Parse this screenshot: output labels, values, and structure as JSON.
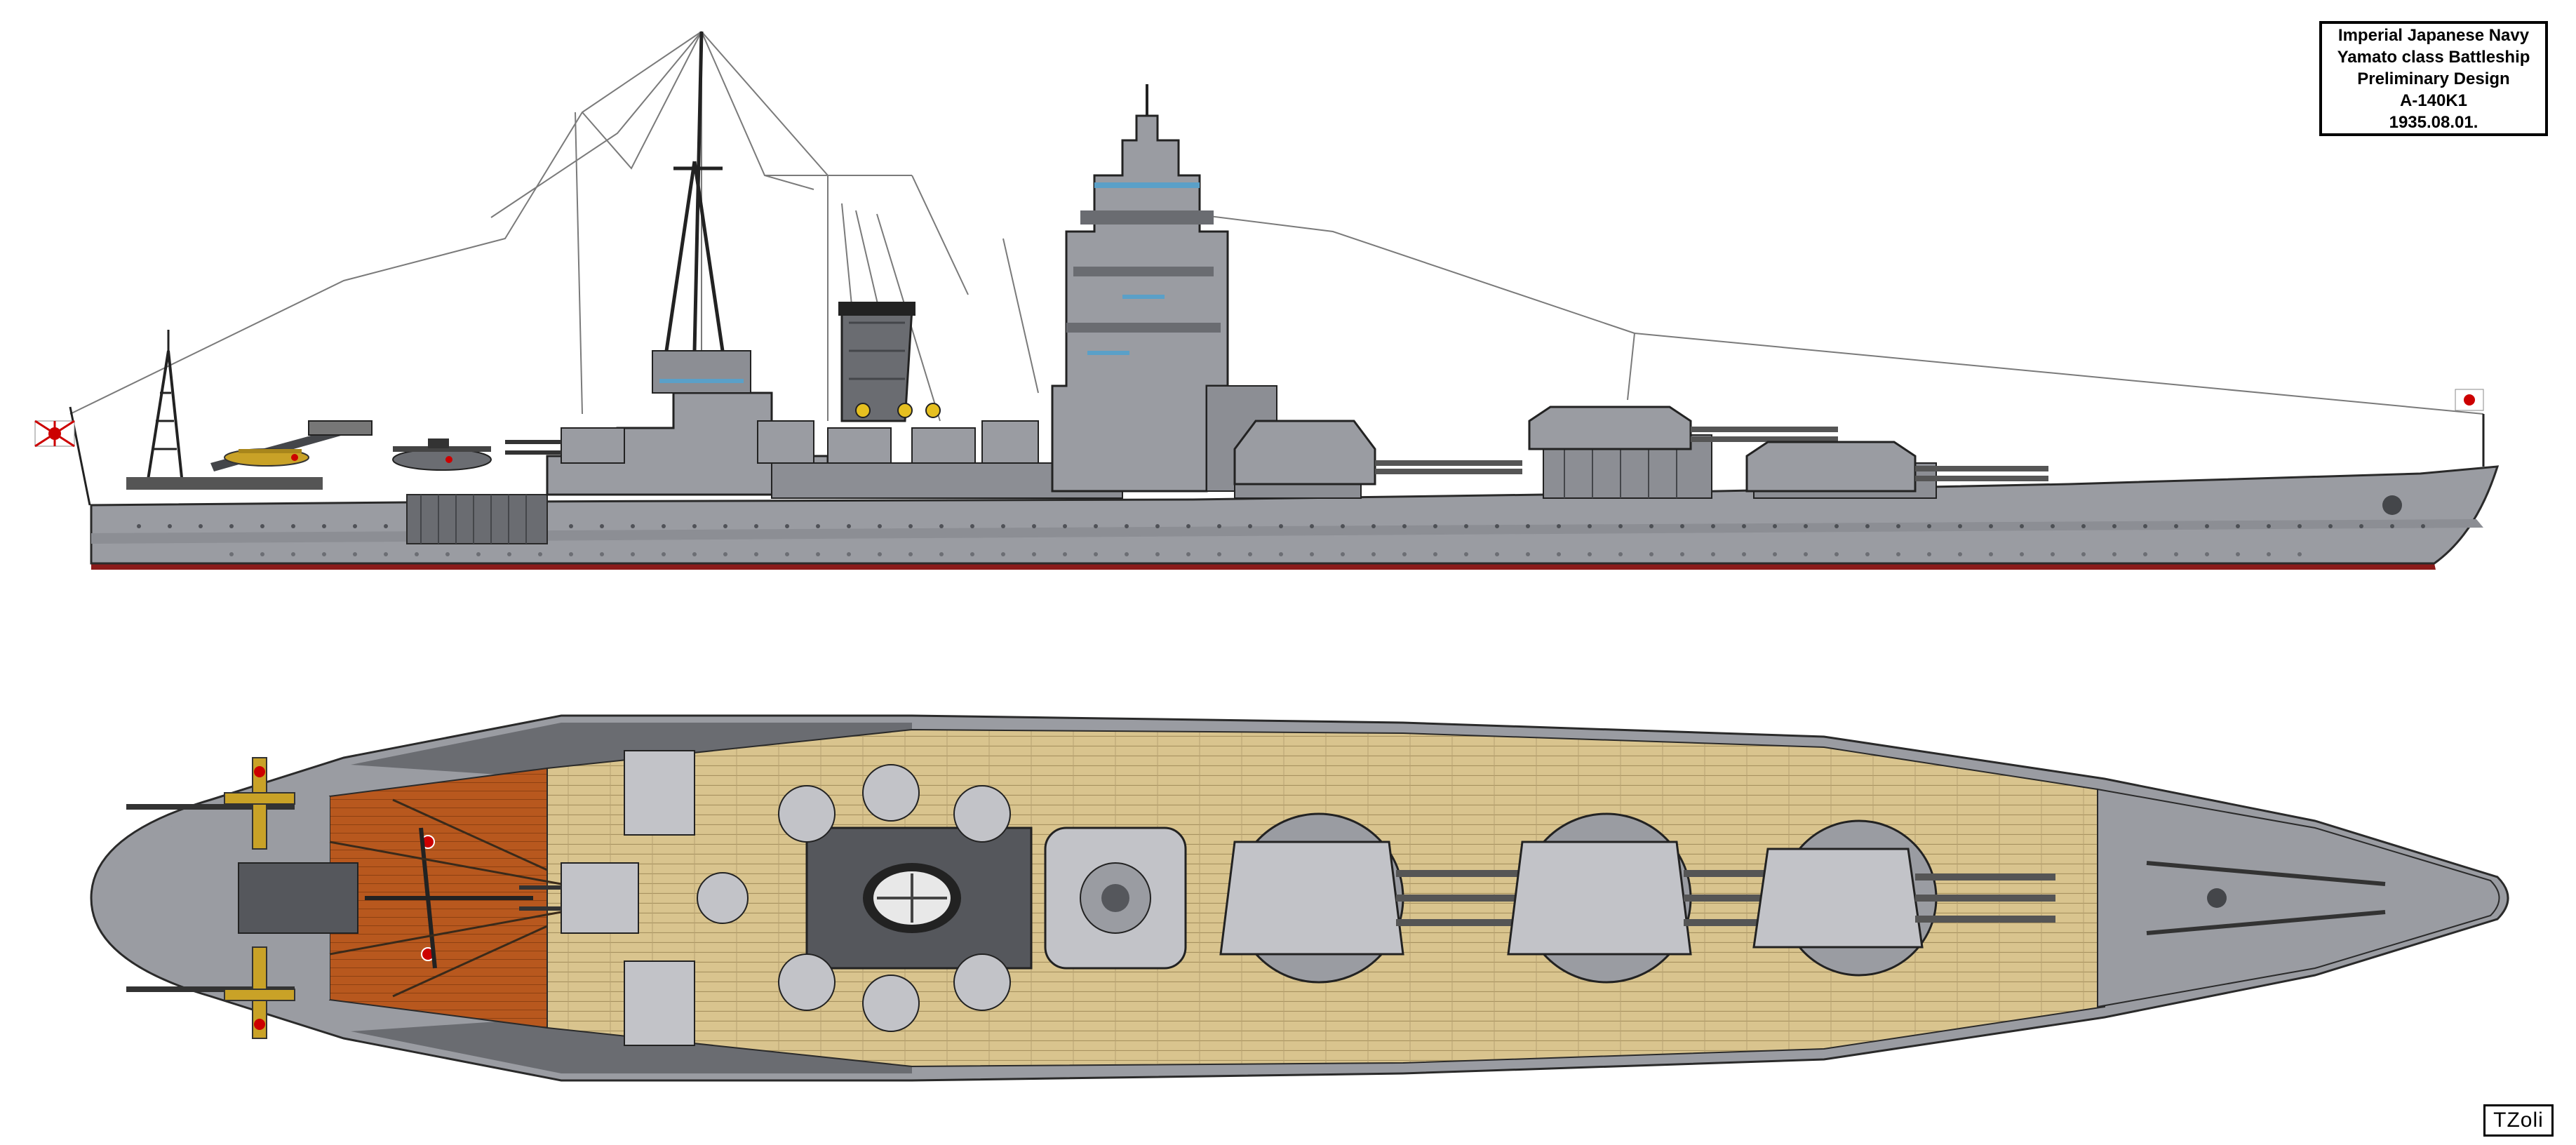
{
  "title_block": {
    "line1": "Imperial Japanese Navy",
    "line2": "Yamato class Battleship",
    "line3": "Preliminary Design",
    "line4": "A-140K1",
    "line5": "1935.08.01."
  },
  "signature": "TZoli",
  "colors": {
    "hull_gray": "#9a9ca2",
    "light_gray": "#c2c3c8",
    "dark_gray": "#55575c",
    "boot_topping": "#8b1a1a",
    "teak_deck": "#d9c48e",
    "linoleum_deck": "#b8581e",
    "aircraft_yellow": "#c9a227",
    "flag_red": "#cc0000"
  }
}
